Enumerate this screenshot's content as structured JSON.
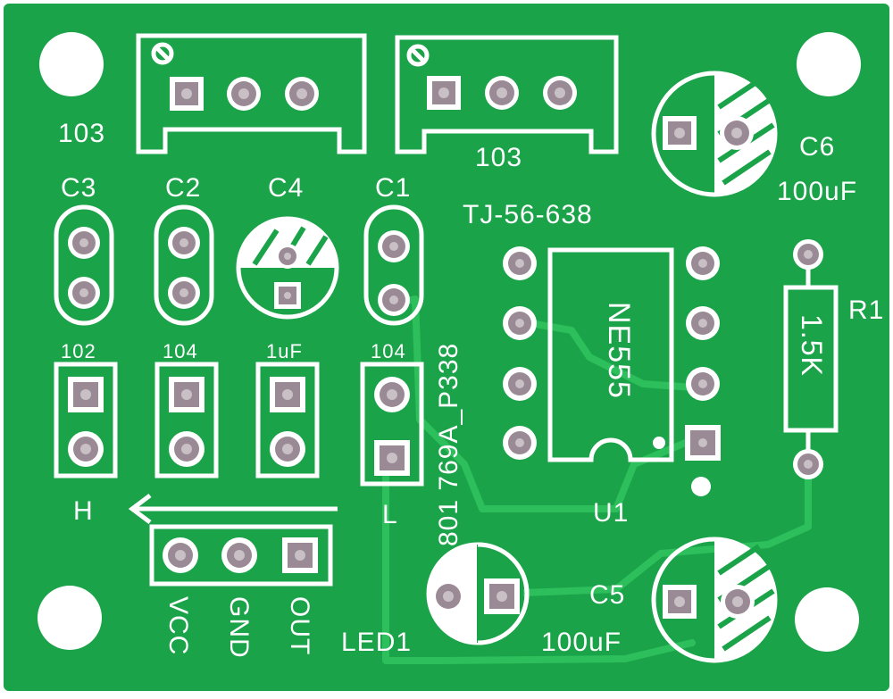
{
  "colors": {
    "board": "#1aa348",
    "board_dark": "#118a3a",
    "trace": "#2cbf5c",
    "silk": "#ffffff",
    "pad": "#9a8a95",
    "hole": "#ffffff"
  },
  "silkscreen": {
    "pot_left": "103",
    "pot_right": "103",
    "c6_label": "C6",
    "c6_value": "100uF",
    "part_number": "TJ-56-638",
    "c3": "C3",
    "c2": "C2",
    "c4": "C4",
    "c1": "C1",
    "v102": "102",
    "v104a": "104",
    "v1uf": "1uF",
    "v104b": "104",
    "h_label": "H",
    "l_label": "L",
    "ic_name": "NE555",
    "ic_ref": "U1",
    "r1_label": "R1",
    "r1_value": "1.5K",
    "batch_code": "801 769A_P338",
    "vcc": "VCC",
    "gnd": "GND",
    "out": "OUT",
    "led_label": "LED1",
    "c5_label": "C5",
    "c5_value": "100uF"
  }
}
